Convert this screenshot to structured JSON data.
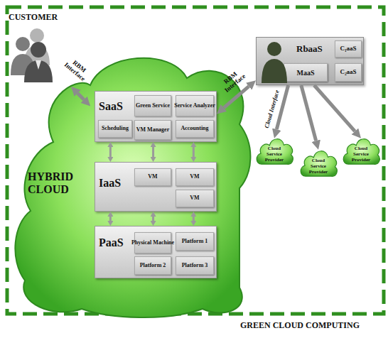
{
  "diagram": {
    "nodes": [
      {
        "text": [
          "CUSTOMER"
        ]
      },
      {
        "text": [
          "HYBRID CLOUD"
        ]
      },
      {
        "text": [
          "SaaS"
        ],
        "in": 1
      },
      {
        "text": [
          "Green Service"
        ],
        "in": 2
      },
      {
        "text": [
          "Service Analyzer"
        ],
        "in": 2
      },
      {
        "text": [
          "Scheduling"
        ],
        "in": 2
      },
      {
        "text": [
          "VM Manager"
        ],
        "in": 2
      },
      {
        "text": [
          "Accounting"
        ],
        "in": 2
      },
      {
        "text": [
          "IaaS"
        ],
        "in": 1
      },
      {
        "text": [
          "VM"
        ],
        "in": 8
      },
      {
        "text": [
          "VM"
        ],
        "in": 8
      },
      {
        "text": [
          "VM"
        ],
        "in": 8
      },
      {
        "text": [
          "PaaS"
        ],
        "in": 1
      },
      {
        "text": [
          "Physical Machine"
        ],
        "in": 12
      },
      {
        "text": [
          "Platform 1"
        ],
        "in": 12
      },
      {
        "text": [
          "Platform 2"
        ],
        "in": 12
      },
      {
        "text": [
          "Platform 3"
        ],
        "in": 12
      },
      {
        "text": [
          "RbaaS"
        ]
      },
      {
        "text": [
          "C₁aaS"
        ],
        "in": 17
      },
      {
        "text": [
          "MaaS"
        ],
        "in": 17
      },
      {
        "text": [
          "C₂aaS"
        ],
        "in": 17
      },
      {
        "text": [
          "Cloud Service Provider"
        ]
      },
      {
        "text": [
          "Cloud Service Provider"
        ]
      },
      {
        "text": [
          "Cloud Service Provider"
        ]
      }
    ],
    "edges": [
      {
        "from": 0,
        "to": 1,
        "label": "RBM Interface",
        "arrow": "both"
      },
      {
        "from": 17,
        "to": 2,
        "label": "RBM Interface",
        "arrow": "both"
      },
      {
        "from": 2,
        "to": 8,
        "arrow": "both"
      },
      {
        "from": 2,
        "to": 8,
        "arrow": "both"
      },
      {
        "from": 2,
        "to": 8,
        "arrow": "both"
      },
      {
        "from": 8,
        "to": 12,
        "arrow": "both"
      },
      {
        "from": 8,
        "to": 12,
        "arrow": "both"
      },
      {
        "from": 8,
        "to": 12,
        "arrow": "both"
      },
      {
        "from": 17,
        "to": 21,
        "label": "Cloud Interface",
        "arrow": "to"
      },
      {
        "from": 17,
        "to": 22,
        "arrow": "to"
      },
      {
        "from": 17,
        "to": 23,
        "arrow": "to"
      }
    ],
    "labels": [
      "GREEN CLOUD COMPUTING"
    ]
  }
}
